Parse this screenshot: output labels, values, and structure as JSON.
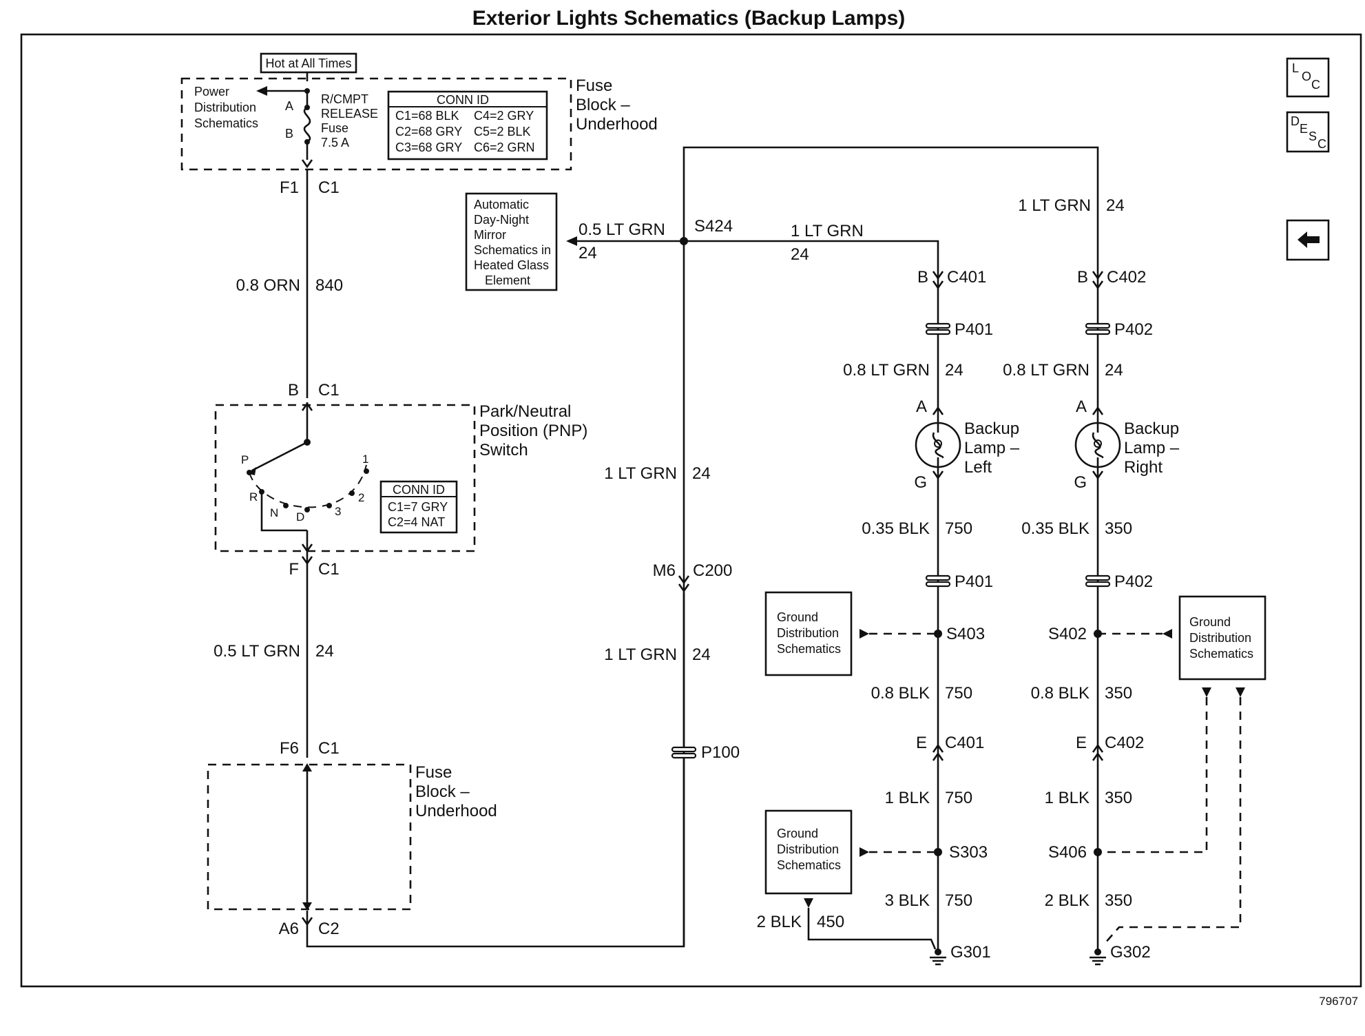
{
  "title": "Exterior Lights Schematics (Backup Lamps)",
  "doc_number": "796707",
  "nav": {
    "loc": [
      "L",
      "O",
      "C"
    ],
    "desc": [
      "D",
      "E",
      "S",
      "C"
    ],
    "back_icon": "back-arrow-icon"
  },
  "fuse_block_top": {
    "hot_label": "Hot at All Times",
    "power_dist": [
      "Power",
      "Distribution",
      "Schematics"
    ],
    "pin_a": "A",
    "pin_b": "B",
    "fuse": [
      "R/CMPT",
      "RELEASE",
      "Fuse",
      "7.5 A"
    ],
    "conn_id_title": "CONN ID",
    "conn_ids": [
      "C1=68 BLK",
      "C4=2 GRY",
      "C2=68 GRY",
      "C5=2 BLK",
      "C3=68 GRY",
      "C6=2 GRN"
    ],
    "name": [
      "Fuse",
      "Block –",
      "Underhood"
    ],
    "out_pin": "F1",
    "out_conn": "C1"
  },
  "wire_840": {
    "size_color": "0.8 ORN",
    "circuit": "840"
  },
  "pnp": {
    "in_pin": "B",
    "in_conn": "C1",
    "name": [
      "Park/Neutral",
      "Position (PNP)",
      "Switch"
    ],
    "positions": [
      "P",
      "R",
      "N",
      "D",
      "3",
      "2",
      "1"
    ],
    "conn_id_title": "CONN ID",
    "conn_ids": [
      "C1=7 GRY",
      "C2=4 NAT"
    ],
    "out_pin": "F",
    "out_conn": "C1"
  },
  "wire_24_left": {
    "size_color": "0.5 LT GRN",
    "circuit": "24"
  },
  "fuse_block_bottom": {
    "in_pin": "F6",
    "in_conn": "C1",
    "name": [
      "Fuse",
      "Block –",
      "Underhood"
    ],
    "out_pin": "A6",
    "out_conn": "C2"
  },
  "mirror_box": [
    "Automatic",
    "Day-Night",
    "Mirror",
    "Schematics in",
    "Heated Glass",
    "Element"
  ],
  "splice_s424": "S424",
  "wire_to_mirror": {
    "size_color": "0.5 LT GRN",
    "circuit": "24"
  },
  "wire_to_left": {
    "size_color": "1 LT GRN",
    "circuit": "24"
  },
  "wire_to_right": {
    "size_color": "1 LT GRN",
    "circuit": "24"
  },
  "center_upper": {
    "size_color": "1 LT GRN",
    "circuit": "24"
  },
  "c200": {
    "pin": "M6",
    "conn": "C200"
  },
  "center_lower": {
    "size_color": "1 LT GRN",
    "circuit": "24"
  },
  "p100": "P100",
  "left_lamp": {
    "in_pin": "B",
    "in_conn": "C401",
    "pass": "P401",
    "wire1": {
      "size_color": "0.8 LT GRN",
      "circuit": "24"
    },
    "pin_a": "A",
    "name": [
      "Backup",
      "Lamp –",
      "Left"
    ],
    "pin_g": "G",
    "wire2": {
      "size_color": "0.35 BLK",
      "circuit": "750"
    },
    "pass2": "P401",
    "splice": "S403",
    "wire3": {
      "size_color": "0.8 BLK",
      "circuit": "750"
    },
    "c_pin": "E",
    "c_conn": "C401",
    "wire4": {
      "size_color": "1 BLK",
      "circuit": "750"
    },
    "splice2": "S303",
    "wire5": {
      "size_color": "3 BLK",
      "circuit": "750"
    },
    "ground": "G301"
  },
  "right_lamp": {
    "in_pin": "B",
    "in_conn": "C402",
    "pass": "P402",
    "wire1": {
      "size_color": "0.8 LT GRN",
      "circuit": "24"
    },
    "pin_a": "A",
    "name": [
      "Backup",
      "Lamp –",
      "Right"
    ],
    "pin_g": "G",
    "wire2": {
      "size_color": "0.35 BLK",
      "circuit": "350"
    },
    "pass2": "P402",
    "splice": "S402",
    "wire3": {
      "size_color": "0.8 BLK",
      "circuit": "350"
    },
    "c_pin": "E",
    "c_conn": "C402",
    "wire4": {
      "size_color": "1 BLK",
      "circuit": "350"
    },
    "splice2": "S406",
    "wire5": {
      "size_color": "2 BLK",
      "circuit": "350"
    },
    "ground": "G302"
  },
  "ground_box": [
    "Ground",
    "Distribution",
    "Schematics"
  ],
  "wire_450": {
    "size_color": "2 BLK",
    "circuit": "450"
  }
}
